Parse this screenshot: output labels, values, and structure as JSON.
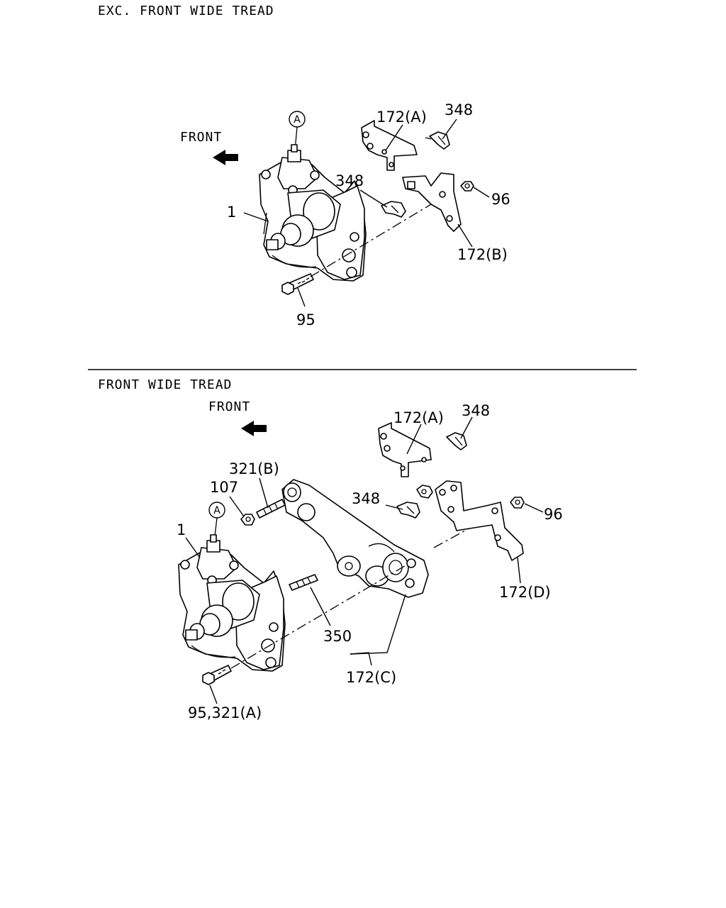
{
  "sections": [
    {
      "header": "EXC. FRONT WIDE TREAD",
      "front_label": "FRONT",
      "callout": "A",
      "labels": {
        "gear": "1",
        "bracket_a": "172(A)",
        "clip_top": "348",
        "clip_mid": "348",
        "nut": "96",
        "bracket_b": "172(B)",
        "bolt": "95"
      }
    },
    {
      "header": "FRONT WIDE TREAD",
      "front_label": "FRONT",
      "callout": "A",
      "labels": {
        "gear": "1",
        "bracket_a": "172(A)",
        "clip_top": "348",
        "stud_b": "321(B)",
        "nut_107": "107",
        "clip_mid": "348",
        "nut": "96",
        "bracket_d": "172(D)",
        "stud_350": "350",
        "bracket_c": "172(C)",
        "bolt": "95,321(A)"
      }
    }
  ]
}
